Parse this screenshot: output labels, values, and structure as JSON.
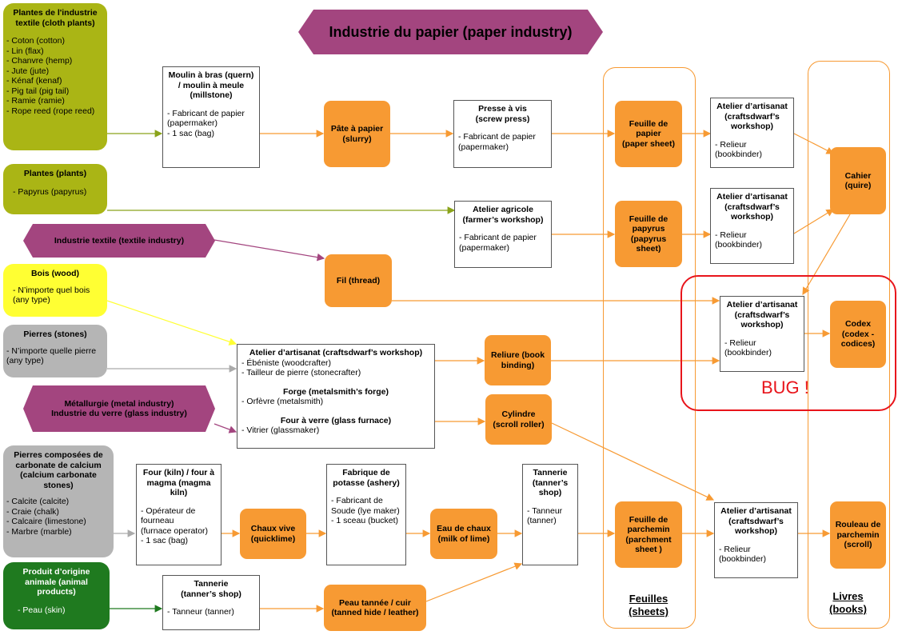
{
  "title": "Industrie du papier (paper industry)",
  "colors": {
    "orange": "#f79a33",
    "bug": "#e8141b",
    "plum": "#a3457f",
    "olive": "#aab515"
  },
  "sources": {
    "cloth_plants": {
      "title": "Plantes de l'industrie textile (cloth plants)",
      "items": "- Coton (cotton)\n- Lin (flax)\n- Chanvre (hemp)\n- Jute (jute)\n- Kénaf (kenaf)\n- Pig tail (pig tail)\n- Ramie (ramie)\n- Rope reed (rope reed)"
    },
    "plants": {
      "title": "Plantes (plants)",
      "items": "- Papyrus  (papyrus)"
    },
    "textile": {
      "title": "Industrie textile (textile industry)"
    },
    "wood": {
      "title": "Bois (wood)",
      "items": "- N’importe quel bois\n(any type)"
    },
    "stones": {
      "title": "Pierres (stones)",
      "items": "- N’importe quelle pierre\n(any type)"
    },
    "metal": {
      "title": "Métallurgie  (metal industry)\nIndustrie du verre  (glass industry)"
    },
    "calcium": {
      "title": "Pierres composées de carbonate de calcium (calcium carbonate stones)",
      "items": "- Calcite (calcite)\n- Craie (chalk)\n- Calcaire (limestone)\n- Marbre (marble)"
    },
    "animal": {
      "title": "Produit d’origine animale (animal products)",
      "items": "- Peau (skin)"
    }
  },
  "workshops": {
    "quern": {
      "title": "Moulin à bras (quern) / moulin à meule (millstone)",
      "items": "- Fabricant de papier\n(papermaker)\n- 1 sac (bag)"
    },
    "screw_press": {
      "title": "Presse à vis\n(screw press)",
      "items": "- Fabricant de papier\n(papermaker)"
    },
    "farmer": {
      "title": "Atelier agricole\n(farmer’s workshop)",
      "items": "- Fabricant de papier\n(papermaker)"
    },
    "craft_main": {
      "title": "Atelier d’artisanat (craftsdwarf’s workshop)",
      "items": "- Ébéniste (woodcrafter)\n- Tailleur de pierre (stonecrafter)",
      "forge_title": "Forge (metalsmith’s forge)",
      "forge_items": "- Orfèvre (metalsmith)",
      "furnace_title": "Four à verre (glass furnace)",
      "furnace_items": "- Vitrier (glassmaker)"
    },
    "kiln": {
      "title": "Four (kiln) / four à magma (magma kiln)",
      "items": "- Opérateur de fourneau\n(furnace operator)\n- 1 sac (bag)"
    },
    "ashery": {
      "title": "Fabrique de potasse (ashery)",
      "items": "- Fabricant de Soude (lye maker)\n- 1 sceau (bucket)"
    },
    "tanner_top": {
      "title": "Tannerie (tanner’s shop)",
      "items": "- Tanneur\n(tanner)"
    },
    "tanner_bottom": {
      "title": "Tannerie\n(tanner’s shop)",
      "items": "- Tanneur (tanner)"
    },
    "craft1": {
      "title": "Atelier d’artisanat (craftsdwarf’s workshop)",
      "items": "- Relieur\n(bookbinder)"
    },
    "craft2": {
      "title": "Atelier d’artisanat (craftsdwarf’s workshop)",
      "items": "- Relieur\n(bookbinder)"
    },
    "craft3": {
      "title": "Atelier d’artisanat (craftsdwarf’s workshop)",
      "items": "- Relieur\n(bookbinder)"
    },
    "craft4": {
      "title": "Atelier d’artisanat (craftsdwarf’s workshop)",
      "items": "- Relieur\n(bookbinder)"
    }
  },
  "products": {
    "slurry": "Pâte à papier\n(slurry)",
    "thread": "Fil (thread)",
    "binding": "Reliure (book binding)",
    "scroll_roller": "Cylindre\n(scroll roller)",
    "quicklime": "Chaux vive\n(quicklime)",
    "milk_of_lime": "Eau de chaux\n(milk of lime)",
    "tanned_hide": "Peau tannée / cuir\n(tanned hide / leather)",
    "paper_sheet": "Feuille de papier\n(paper sheet)",
    "papyrus_sheet": "Feuille de papyrus\n(papyrus sheet)",
    "parchment_sheet": "Feuille de parchemin\n(parchment sheet )",
    "quire": "Cahier\n(quire)",
    "codex": "Codex\n(codex - codices)",
    "scroll": "Rouleau de parchemin\n(scroll)"
  },
  "columns": {
    "sheets": "Feuilles\n(sheets)",
    "books": "Livres\n(books)"
  },
  "bug_label": "BUG !"
}
